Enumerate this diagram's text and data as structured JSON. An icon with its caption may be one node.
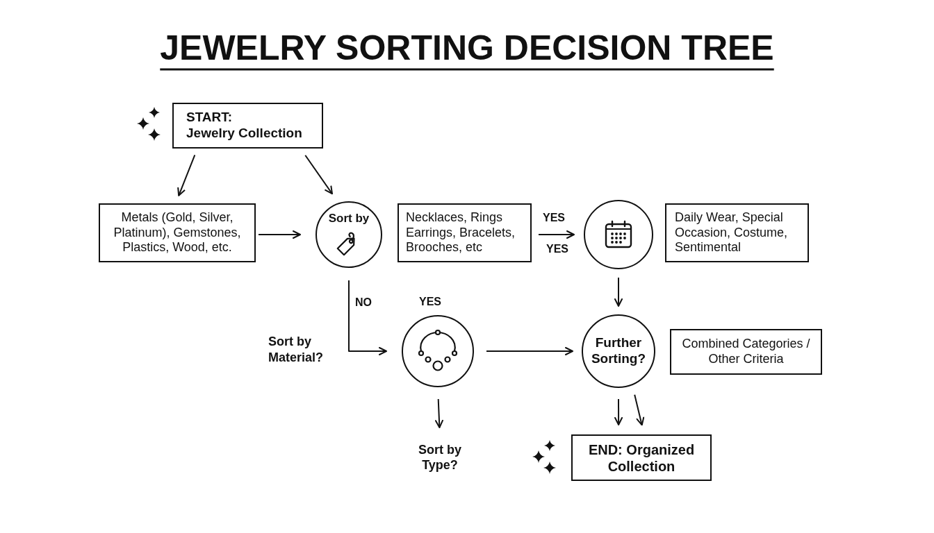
{
  "diagram": {
    "title": "JEWELRY SORTING DECISION TREE",
    "nodes": [
      {
        "text": [
          "START:",
          "Jewelry Collection"
        ]
      },
      {
        "text": [
          "Metals (Gold, Silver, Platinum), Gemstones, Plastics, Wood, etc."
        ]
      },
      {
        "text": [
          "Sort by"
        ]
      },
      {
        "text": [
          "Necklaces, Rings Earrings, Bracelets, Brooches, etc"
        ]
      },
      {
        "text": [],
        "shape": "circle"
      },
      {
        "text": [
          "Daily Wear, Special Occasion, Costume, Sentimental"
        ]
      },
      {
        "text": [],
        "shape": "circle"
      },
      {
        "text": [
          "Further Sorting?"
        ]
      },
      {
        "text": [
          "Combined Categories / Other Criteria"
        ]
      },
      {
        "text": [
          "Sort by Type?"
        ]
      },
      {
        "text": [
          "END: Organized Collection"
        ]
      }
    ],
    "edges": [
      {
        "from": 0,
        "to": 1,
        "arrow": "to"
      },
      {
        "from": 0,
        "to": 2,
        "arrow": "to"
      },
      {
        "from": 1,
        "to": 2,
        "arrow": "to"
      },
      {
        "from": 3,
        "to": 4,
        "arrow": "to",
        "label": "YES"
      },
      {
        "from": 4,
        "to": 7,
        "arrow": "to"
      },
      {
        "from": 2,
        "to": 6,
        "arrow": "to",
        "label": "NO"
      },
      {
        "from": 6,
        "to": 7,
        "arrow": "to"
      },
      {
        "from": 6,
        "to": 9,
        "arrow": "to"
      },
      {
        "from": 7,
        "to": 10,
        "arrow": "to"
      },
      {
        "from": 7,
        "to": 10,
        "arrow": "to"
      }
    ],
    "labels": [
      "YES",
      "YES",
      "Sort by Material?"
    ]
  }
}
